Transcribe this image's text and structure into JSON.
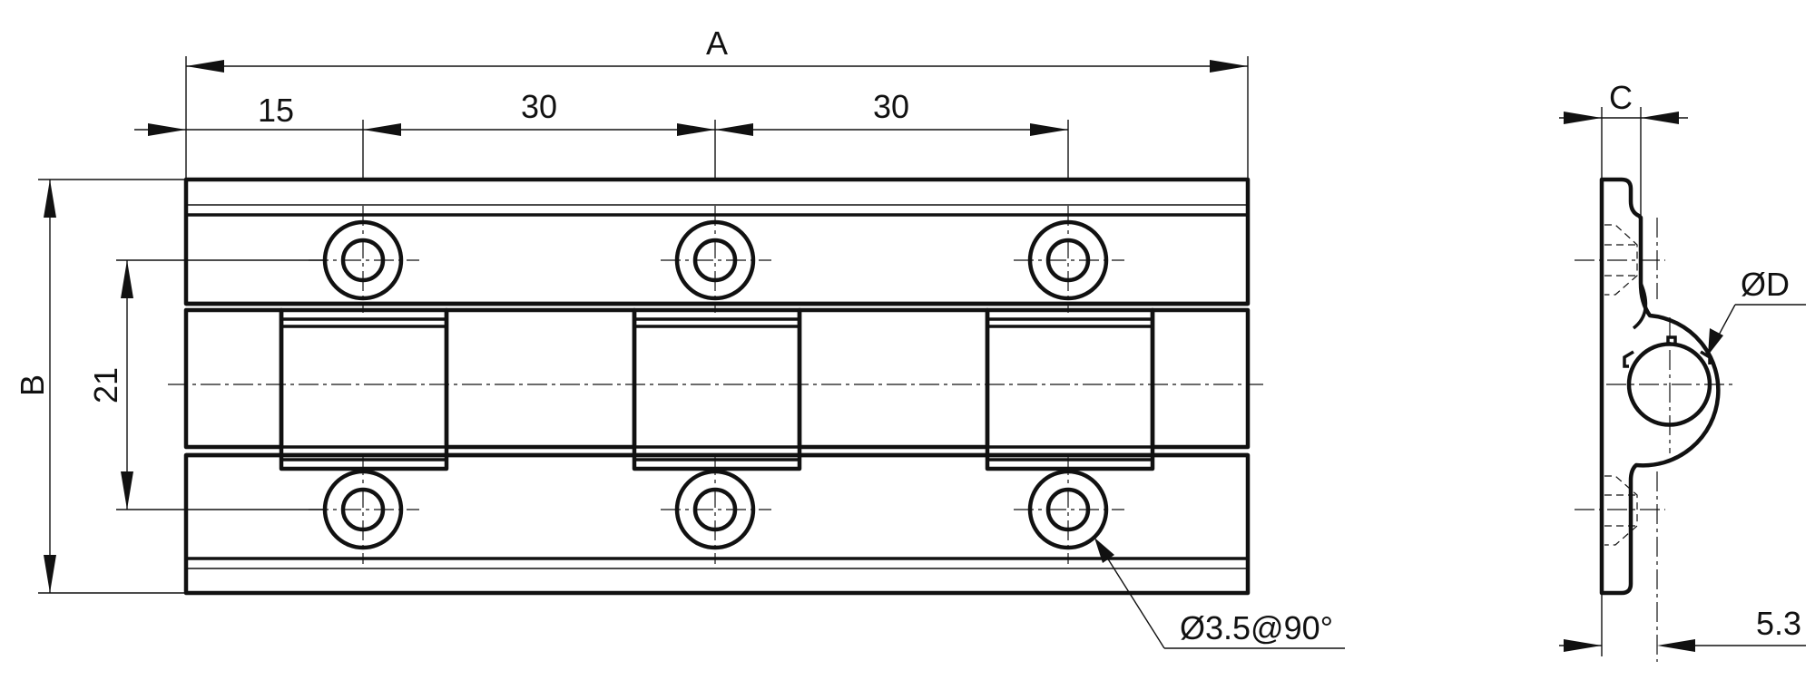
{
  "drawing": {
    "front_view": {
      "dimensions": {
        "overall_length": "A",
        "overall_height": "B",
        "first_hole_offset": "15",
        "hole_pitch_1": "30",
        "hole_pitch_2": "30",
        "hole_row_spacing": "21",
        "countersink_callout": "Ø3.5@90°"
      }
    },
    "side_view": {
      "dimensions": {
        "thickness": "C",
        "pin_diameter": "ØD",
        "leaf_thickness": "5.3"
      }
    }
  }
}
